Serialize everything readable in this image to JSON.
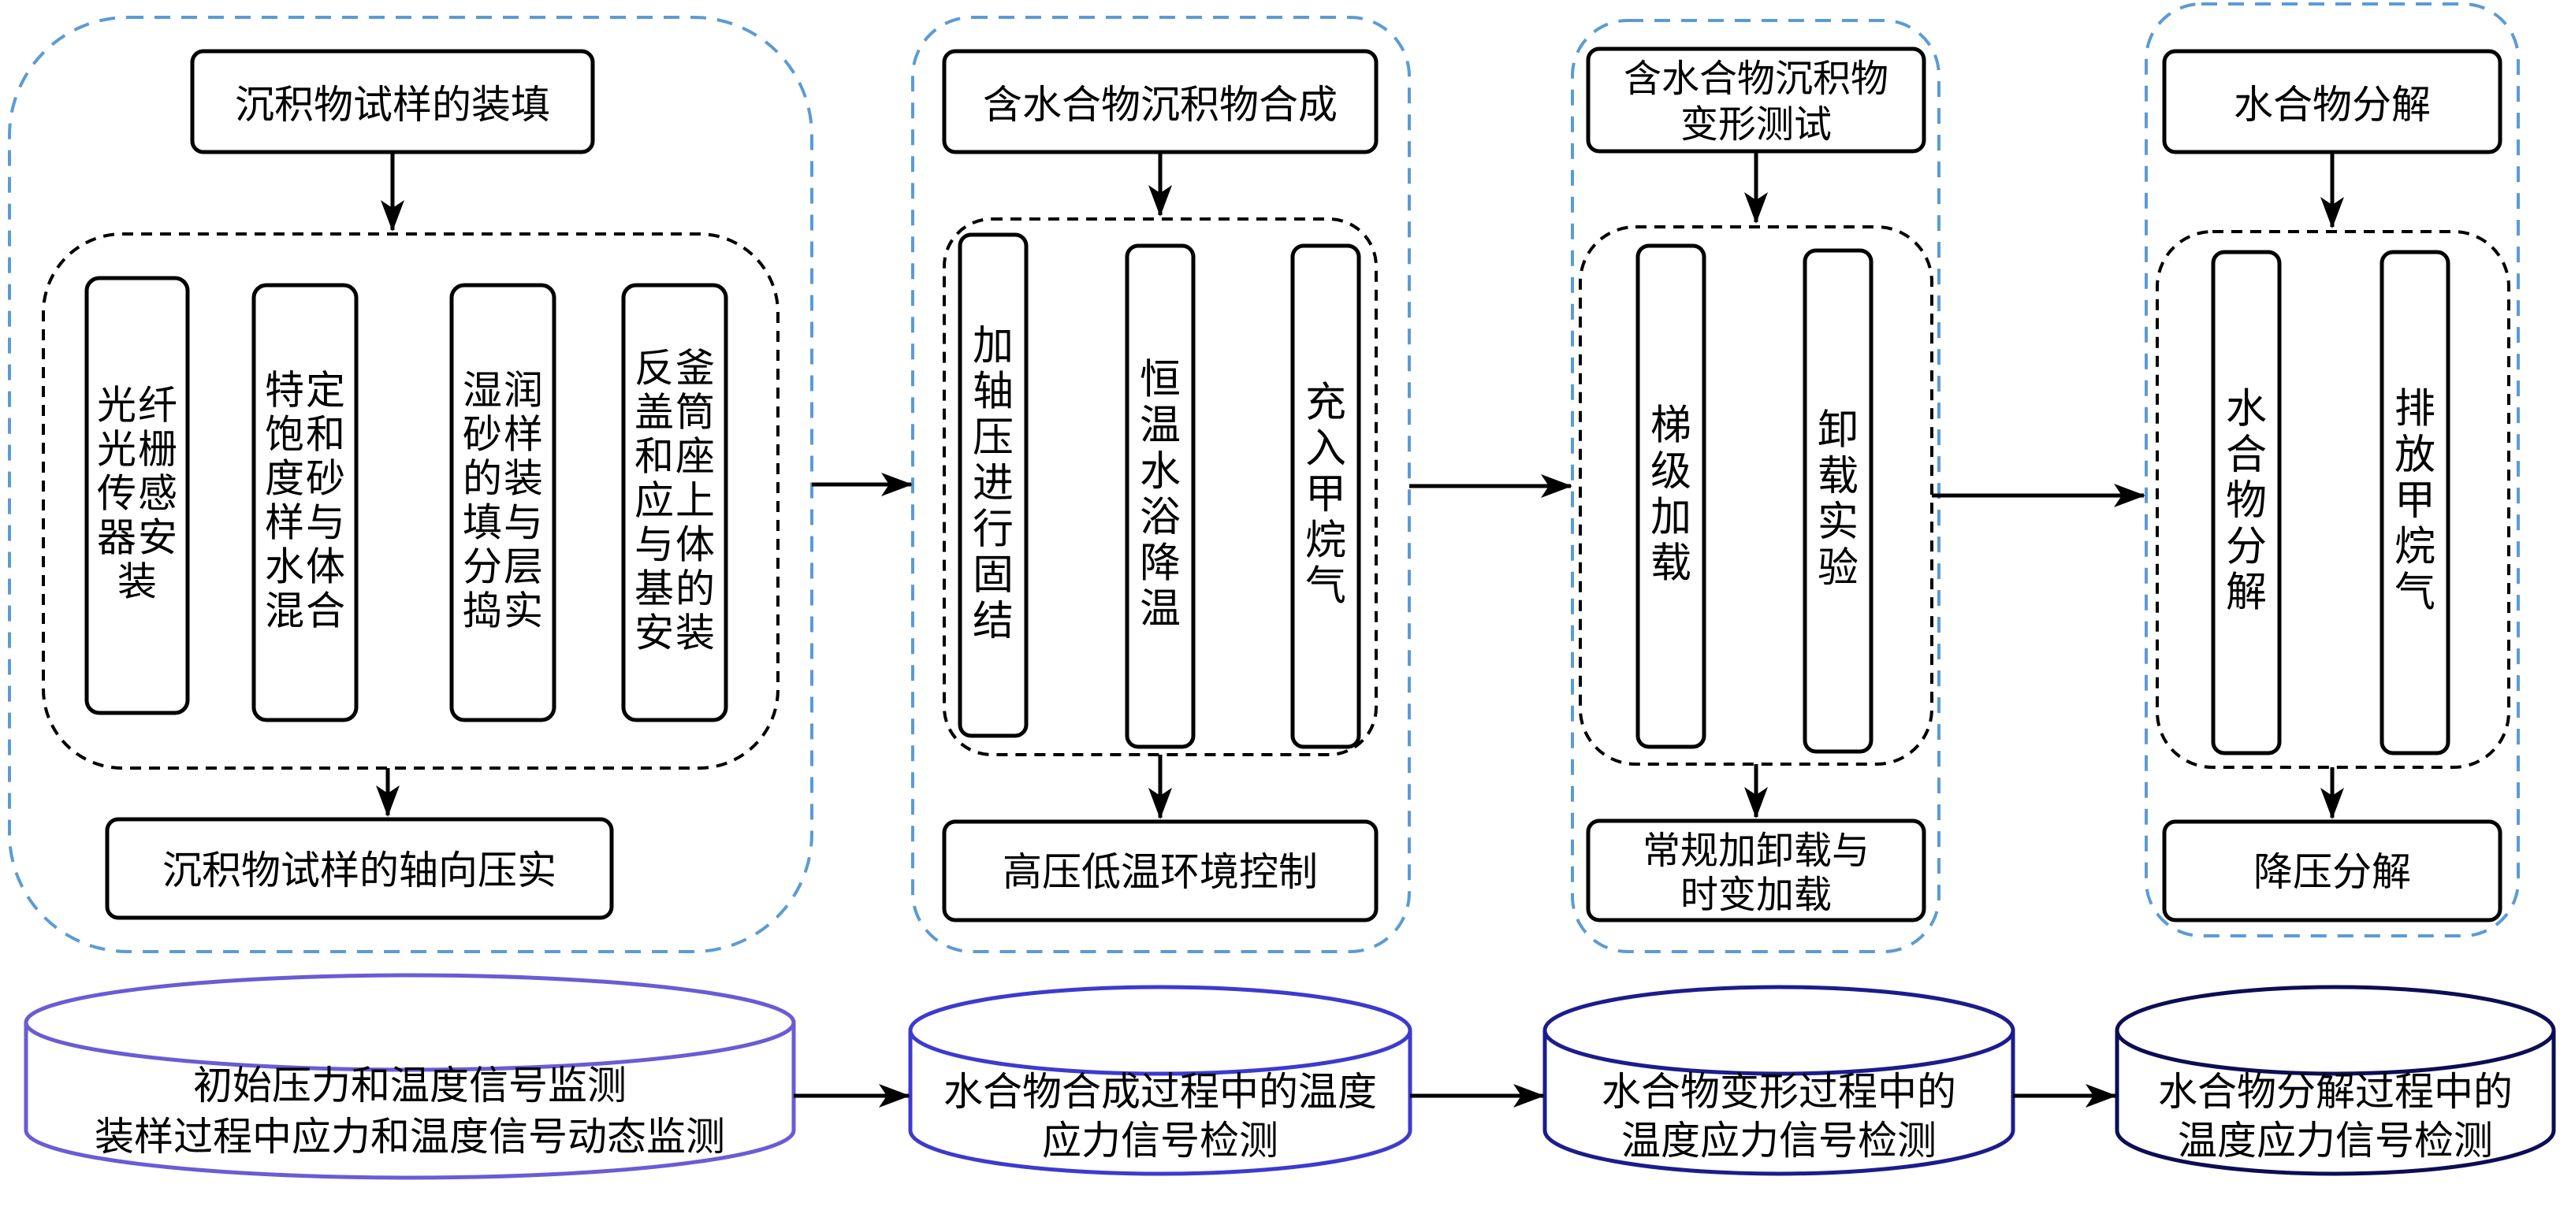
{
  "colors": {
    "stage_border": "#5b9bd5",
    "box_border": "#000000",
    "arrow": "#000000",
    "cylinder_1": "#6a5bd6",
    "cylinder_2": "#3d3ad0",
    "cylinder_3": "#1c1c8e",
    "cylinder_4": "#0d0d55"
  },
  "stages": [
    {
      "title": "沉积物试样的装填",
      "vboxes": [
        "光纤光栅传感器安装",
        "特定饱和度砂样与水体混合",
        "湿润砂样的装填与分层捣实",
        "反釜盖筒和座应上与体基的安装"
      ],
      "bottom": [
        "沉积物试样的轴向压实"
      ]
    },
    {
      "title": "含水合物沉积物合成",
      "vboxes": [
        "加轴压进行固结",
        "恒温水浴降温",
        "充入甲烷气"
      ],
      "bottom": [
        "高压低温环境控制"
      ]
    },
    {
      "title": [
        "含水合物沉积物",
        "变形测试"
      ],
      "vboxes": [
        "梯级加载",
        "卸载实验"
      ],
      "bottom": [
        "常规加卸载与",
        "时变加载"
      ]
    },
    {
      "title": "水合物分解",
      "vboxes": [
        "水合物分解",
        "排放甲烷气"
      ],
      "bottom": [
        "降压分解"
      ]
    }
  ],
  "cylinders": [
    [
      "初始压力和温度信号监测",
      "装样过程中应力和温度信号动态监测"
    ],
    [
      "水合物合成过程中的温度",
      "应力信号检测"
    ],
    [
      "水合物变形过程中的",
      "温度应力信号检测"
    ],
    [
      "水合物分解过程中的",
      "温度应力信号检测"
    ]
  ]
}
